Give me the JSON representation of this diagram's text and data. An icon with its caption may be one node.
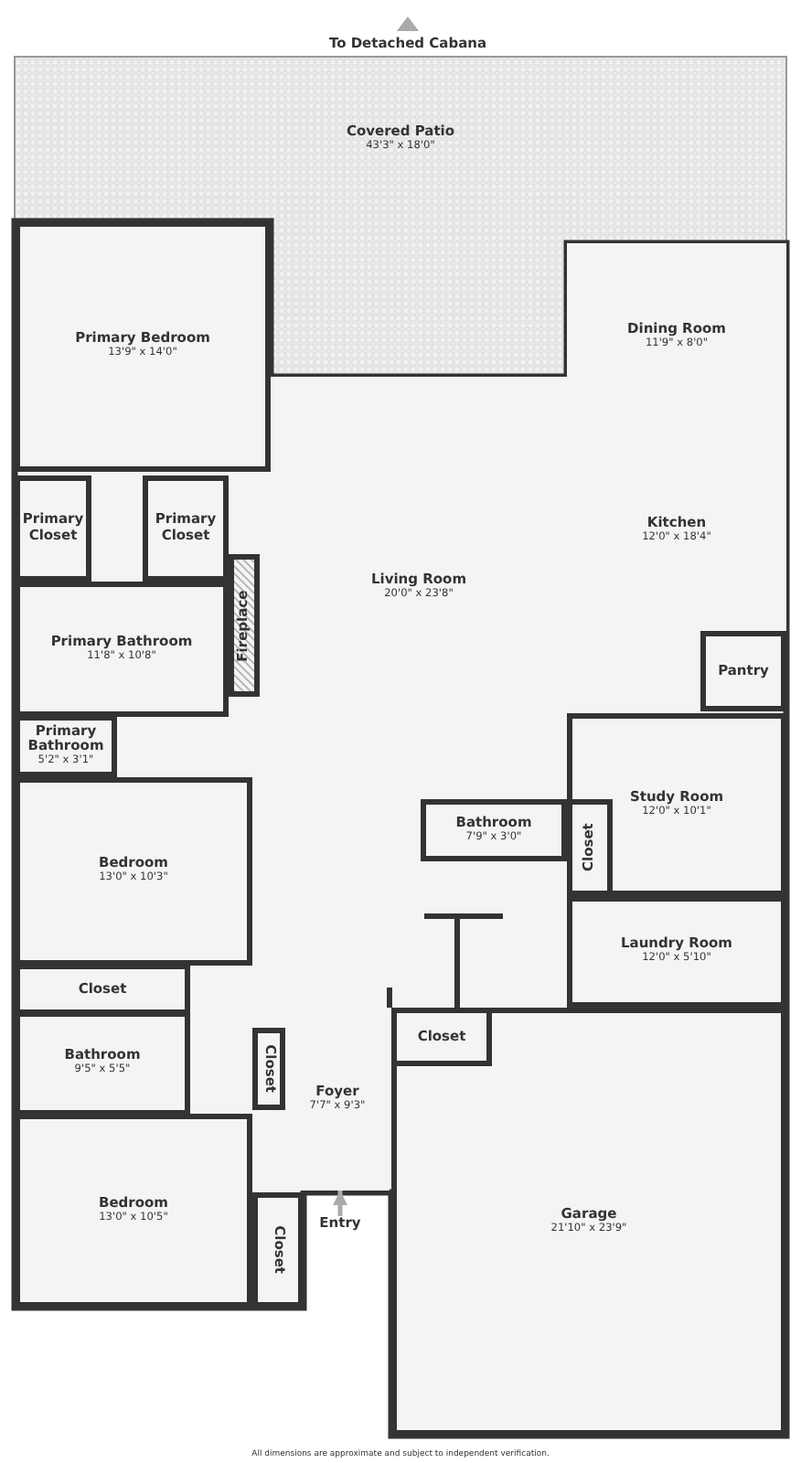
{
  "diagram": {
    "nodes": [
      {
        "text": [
          "Covered Patio",
          "43'3\" x 18'0\""
        ]
      },
      {
        "text": [
          "Primary Bedroom",
          "13'9\" x 14'0\""
        ]
      },
      {
        "text": [
          "Dining Room",
          "11'9\" x 8'0\""
        ]
      },
      {
        "text": [
          "Primary Closet"
        ]
      },
      {
        "text": [
          "Primary Closet"
        ]
      },
      {
        "text": [
          "Kitchen",
          "12'0\" x 18'4\""
        ]
      },
      {
        "text": [
          "Living Room",
          "20'0\" x 23'8\""
        ]
      },
      {
        "text": [
          "Fireplace"
        ]
      },
      {
        "text": [
          "Primary Bathroom",
          "11'8\" x 10'8\""
        ]
      },
      {
        "text": [
          "Pantry"
        ]
      },
      {
        "text": [
          "Primary Bathroom",
          "5'2\" x 3'1\""
        ]
      },
      {
        "text": [
          "Study Room",
          "12'0\" x 10'1\""
        ]
      },
      {
        "text": [
          "Bathroom",
          "7'9\" x 3'0\""
        ]
      },
      {
        "text": [
          "Closet"
        ],
        "in": 11
      },
      {
        "text": [
          "Bedroom",
          "13'0\" x 10'3\""
        ]
      },
      {
        "text": [
          "Laundry Room",
          "12'0\" x 5'10\""
        ]
      },
      {
        "text": [
          "Closet"
        ]
      },
      {
        "text": [
          "Closet"
        ],
        "in": 22
      },
      {
        "text": [
          "Bathroom",
          "9'5\" x 5'5\""
        ]
      },
      {
        "text": [
          "Closet"
        ]
      },
      {
        "text": [
          "Foyer",
          "7'7\" x 9'3\""
        ]
      },
      {
        "text": [
          "Bedroom",
          "13'0\" x 10'5\""
        ]
      },
      {
        "text": [
          "Garage",
          "21'10\" x 23'9\""
        ]
      },
      {
        "text": [
          "Closet"
        ]
      },
      {
        "text": [
          "Entry"
        ]
      }
    ],
    "edges": [
      {
        "from": 24,
        "to": 20,
        "arrow": "to"
      }
    ],
    "labels": [
      "To Detached Cabana",
      "All dimensions are approximate and subject to independent verification."
    ]
  }
}
